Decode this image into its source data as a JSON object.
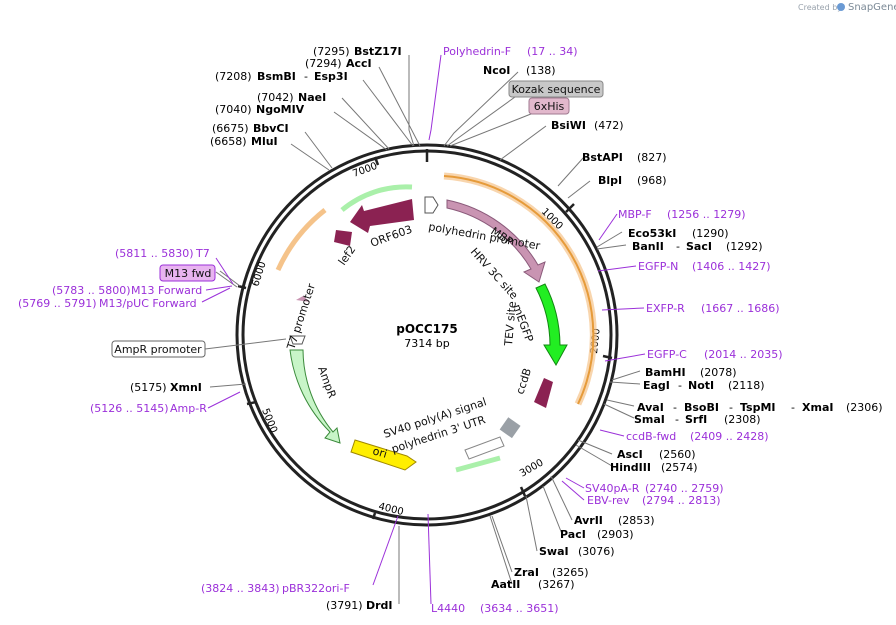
{
  "branding": {
    "created_by": "Created by",
    "product": "SnapGene"
  },
  "plasmid": {
    "name": "pOCC175",
    "size": "7314 bp"
  },
  "ticks": [
    "1000",
    "2000",
    "3000",
    "4000",
    "5000",
    "6000",
    "7000"
  ],
  "sites": [
    {
      "id": "bstz17i",
      "pos": "(7295)",
      "name": "BstZ17I"
    },
    {
      "id": "acci",
      "pos": "(7294)",
      "name": "AccI"
    },
    {
      "id": "bsmbi",
      "pos": "(7208)",
      "name": "BsmBI",
      "name2": "Esp3I"
    },
    {
      "id": "naei",
      "pos": "(7042)",
      "name": "NaeI"
    },
    {
      "id": "ngomiv",
      "pos": "(7040)",
      "name": "NgoMIV"
    },
    {
      "id": "bbvci",
      "pos": "(6675)",
      "name": "BbvCI"
    },
    {
      "id": "mlui",
      "pos": "(6658)",
      "name": "MluI"
    },
    {
      "id": "ncoi",
      "pos": "(138)",
      "name": "NcoI"
    },
    {
      "id": "bsiwi",
      "pos": "(472)",
      "name": "BsiWI"
    },
    {
      "id": "bstapi",
      "pos": "(827)",
      "name": "BstAPI"
    },
    {
      "id": "blpi",
      "pos": "(968)",
      "name": "BlpI"
    },
    {
      "id": "eco53ki",
      "pos": "(1290)",
      "name": "Eco53kI"
    },
    {
      "id": "banii",
      "pos": "(1292)",
      "name": "BanII",
      "name2": "SacI"
    },
    {
      "id": "bamhi",
      "pos": "(2078)",
      "name": "BamHI"
    },
    {
      "id": "eagi",
      "pos": "(2118)",
      "name": "EagI",
      "name2": "NotI"
    },
    {
      "id": "avai",
      "pos": "(2306)",
      "name": "AvaI",
      "name2": "BsoBI",
      "name3": "TspMI",
      "name4": "XmaI"
    },
    {
      "id": "smai",
      "pos": "(2308)",
      "name": "SmaI",
      "name2": "SrfI"
    },
    {
      "id": "asci",
      "pos": "(2560)",
      "name": "AscI"
    },
    {
      "id": "hindiii",
      "pos": "(2574)",
      "name": "HindIII"
    },
    {
      "id": "avrii",
      "pos": "(2853)",
      "name": "AvrII"
    },
    {
      "id": "paci",
      "pos": "(2903)",
      "name": "PacI"
    },
    {
      "id": "swai",
      "pos": "(3076)",
      "name": "SwaI"
    },
    {
      "id": "zrai",
      "pos": "(3265)",
      "name": "ZraI"
    },
    {
      "id": "aatii",
      "pos": "(3267)",
      "name": "AatII"
    },
    {
      "id": "drdi",
      "pos": "(3791)",
      "name": "DrdI"
    },
    {
      "id": "xmni",
      "pos": "(5175)",
      "name": "XmnI"
    }
  ],
  "primers": [
    {
      "id": "polyhedrin-f",
      "name": "Polyhedrin-F",
      "range": "(17 .. 34)"
    },
    {
      "id": "mbp-f",
      "name": "MBP-F",
      "range": "(1256 .. 1279)"
    },
    {
      "id": "egfp-n",
      "name": "EGFP-N",
      "range": "(1406 .. 1427)"
    },
    {
      "id": "exfp-r",
      "name": "EXFP-R",
      "range": "(1667 .. 1686)"
    },
    {
      "id": "egfp-c",
      "name": "EGFP-C",
      "range": "(2014 .. 2035)"
    },
    {
      "id": "ccdb-fwd",
      "name": "ccdB-fwd",
      "range": "(2409 .. 2428)"
    },
    {
      "id": "sv40pa-r",
      "name": "SV40pA-R",
      "range": "(2740 .. 2759)"
    },
    {
      "id": "ebv-rev",
      "name": "EBV-rev",
      "range": "(2794 .. 2813)"
    },
    {
      "id": "l4440",
      "name": "L4440",
      "range": "(3634 .. 3651)"
    },
    {
      "id": "pbr322ori-f",
      "name": "pBR322ori-F",
      "range": "(3824 .. 3843)"
    },
    {
      "id": "amp-r",
      "name": "Amp-R",
      "range": "(5126 .. 5145)"
    },
    {
      "id": "m13-puc",
      "name": "M13/pUC Forward",
      "range": "(5769 .. 5791)"
    },
    {
      "id": "m13-forward",
      "name": "M13 Forward",
      "range": "(5783 .. 5800)"
    },
    {
      "id": "t7",
      "name": "T7",
      "range": "(5811 .. 5830)"
    }
  ],
  "boxed_labels": {
    "kozak": "Kozak sequence",
    "his": "6xHis",
    "m13fwd": "M13 fwd",
    "ampr_promoter": "AmpR promoter"
  },
  "features": {
    "orf603": "ORF603",
    "lef2": "lef2",
    "polyhedrin_promoter": "polyhedrin promoter",
    "mbp": "MBP",
    "hrv3c": "HRV 3C site",
    "megfp": "mEGFP",
    "tev": "TEV site",
    "ccdb": "ccdB",
    "sv40": "SV40 poly(A) signal",
    "polyh3utr": "polyhedrin 3' UTR",
    "ori": "ori",
    "ampr": "AmpR",
    "t7prom": "T7 promoter"
  },
  "colors": {
    "primer": "#9b30d9",
    "backbone": "#222222",
    "mbp": "#c994b2",
    "egfp": "#22dd22",
    "ccdb": "#8b2252",
    "ori": "#ffee00",
    "ampr": "#c8f5c8",
    "orf": "#8b2252"
  }
}
